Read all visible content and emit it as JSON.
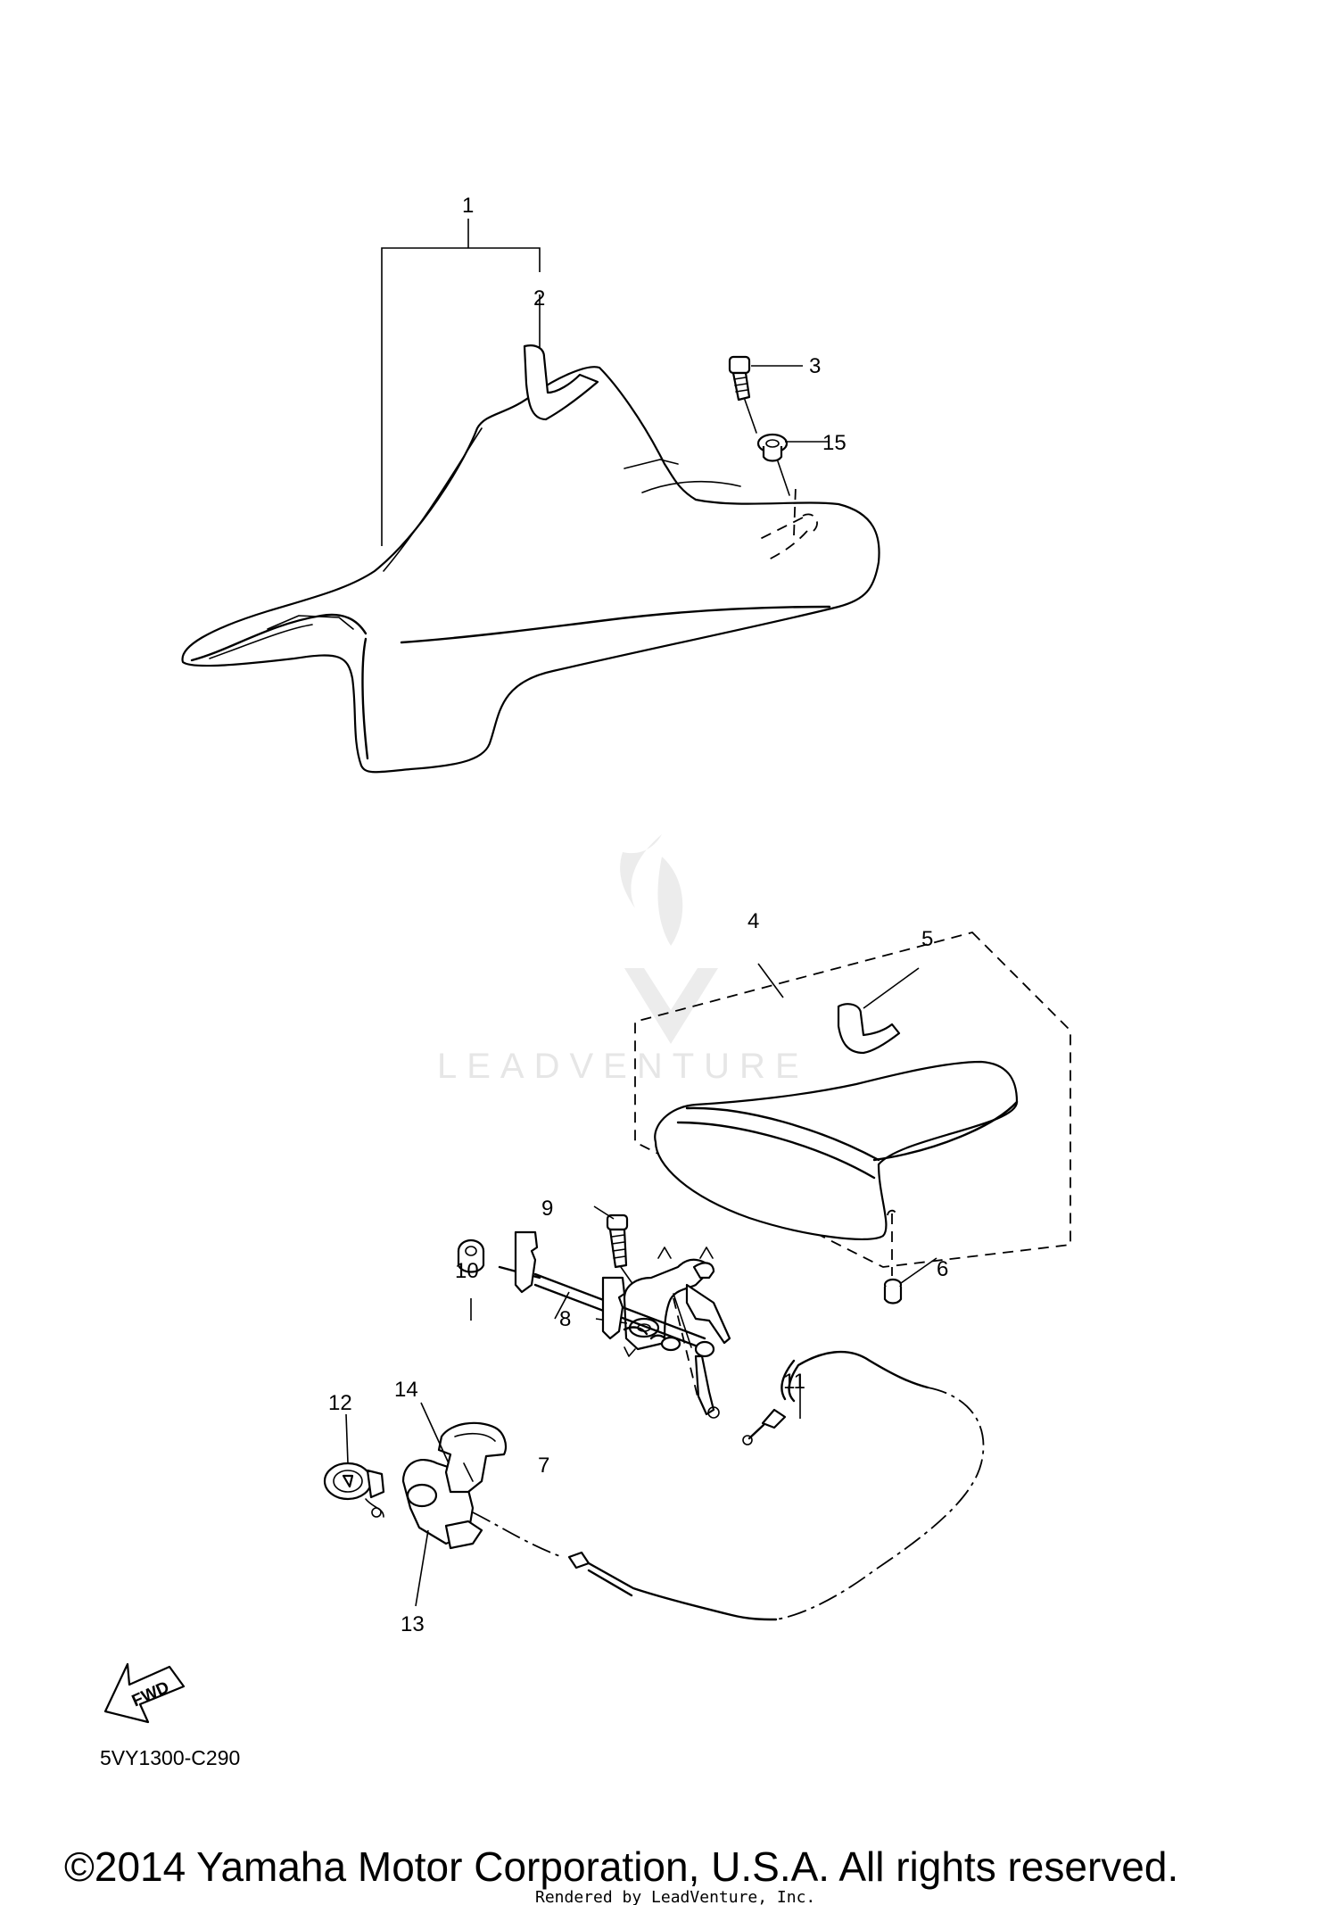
{
  "callouts": {
    "c1": "1",
    "c2": "2",
    "c3": "3",
    "c4": "4",
    "c5": "5",
    "c6": "6",
    "c7": "7",
    "c8": "8",
    "c9": "9",
    "c10": "10",
    "c11": "11",
    "c12": "12",
    "c13": "13",
    "c14": "14",
    "c15": "15"
  },
  "fwd_label": "FWD",
  "diagram_code": "5VY1300-C290",
  "copyright": "©2014 Yamaha Motor Corporation, U.S.A. All rights reserved.",
  "rendered_by": "Rendered by LeadVenture, Inc.",
  "watermark": "LEADVENTURE",
  "colors": {
    "ink": "#000000",
    "watermark": "#e6e6e6",
    "background": "#ffffff"
  }
}
